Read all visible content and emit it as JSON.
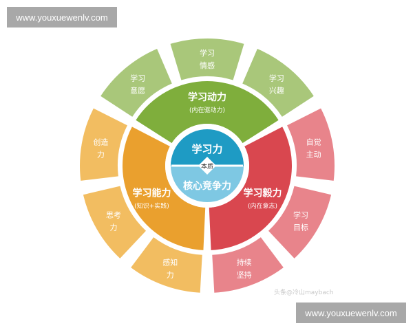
{
  "watermarks": {
    "top": "www.youxuewenlv.com",
    "bottom": "www.youxuewenlv.com",
    "credit": "头条@冷山maybach"
  },
  "center": {
    "top_label": "学习力",
    "bottom_label": "核心竞争力",
    "diamond_label": "本质",
    "top_color": "#1e9bc4",
    "bottom_color": "#7ec8e3"
  },
  "groups": [
    {
      "id": "motivation",
      "title": "学习动力",
      "subtitle": "(内在驱动力)",
      "color": "#7fae3c",
      "outer_color": "#a9c77a",
      "items": [
        {
          "line1": "学习",
          "line2": "意愿"
        },
        {
          "line1": "学习",
          "line2": "情感"
        },
        {
          "line1": "学习",
          "line2": "兴趣"
        }
      ]
    },
    {
      "id": "perseverance",
      "title": "学习毅力",
      "subtitle": "(内在意志)",
      "color": "#d9474f",
      "outer_color": "#e8848b",
      "items": [
        {
          "line1": "自觉",
          "line2": "主动"
        },
        {
          "line1": "学习",
          "line2": "目标"
        },
        {
          "line1": "持续",
          "line2": "坚持"
        }
      ]
    },
    {
      "id": "ability",
      "title": "学习能力",
      "subtitle": "(知识+实践)",
      "color": "#eaa02e",
      "outer_color": "#f2bd61",
      "items": [
        {
          "line1": "感知",
          "line2": "力"
        },
        {
          "line1": "思考",
          "line2": "力"
        },
        {
          "line1": "创造",
          "line2": "力"
        }
      ]
    }
  ]
}
